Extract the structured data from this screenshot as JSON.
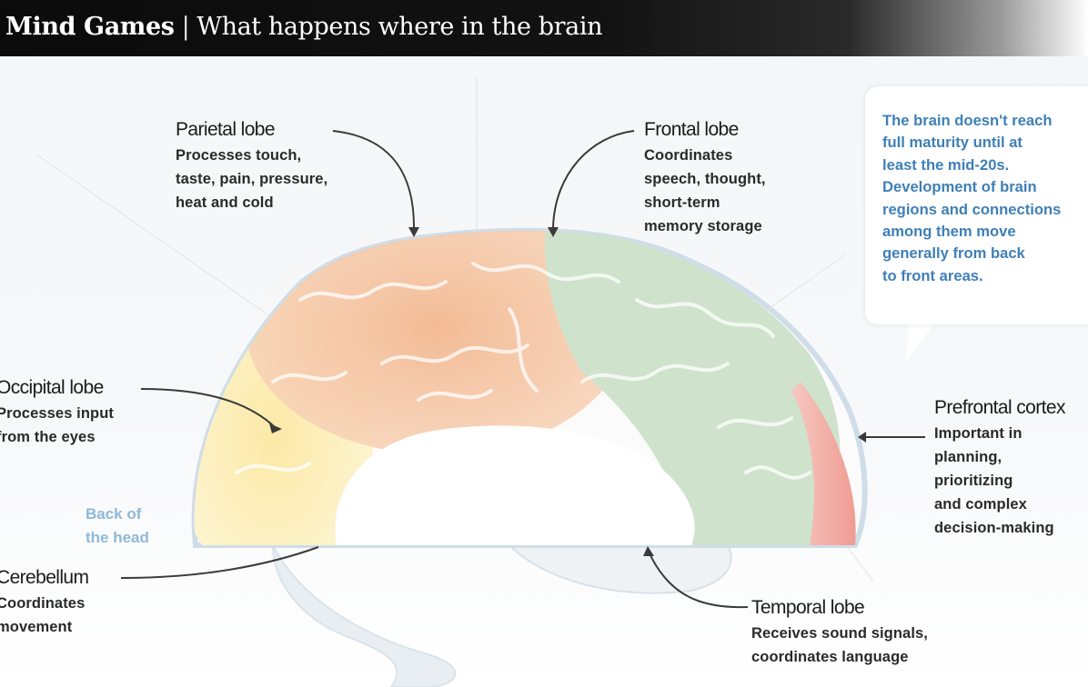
{
  "header": {
    "title_bold": "Mind Games",
    "separator": "|",
    "title_rest": "What happens where in the brain"
  },
  "regions": {
    "parietal": {
      "title": "Parietal lobe",
      "lines": [
        "Processes touch,",
        "taste, pain, pressure,",
        "heat and cold"
      ]
    },
    "frontal": {
      "title": "Frontal lobe",
      "lines": [
        "Coordinates",
        "speech, thought,",
        "short-term",
        "memory storage"
      ]
    },
    "occipital": {
      "title": "Occipital lobe",
      "lines": [
        "Processes input",
        "from the eyes"
      ]
    },
    "prefrontal": {
      "title": "Prefrontal cortex",
      "lines": [
        "Important in",
        "planning,",
        "prioritizing",
        "and complex",
        "decision-making"
      ]
    },
    "cerebellum": {
      "title": "Cerebellum",
      "lines": [
        "Coordinates",
        "movement"
      ]
    },
    "temporal": {
      "title": "Temporal lobe",
      "lines": [
        "Receives sound signals,",
        "coordinates language"
      ]
    }
  },
  "back_of_head": [
    "Back of",
    "the head"
  ],
  "callout": {
    "lines": [
      "The brain doesn't reach",
      "full maturity until at",
      "least the mid-20s.",
      "Development of brain",
      "regions and connections",
      "among them move",
      "generally from back",
      "to front areas."
    ]
  },
  "colors": {
    "parietal": "#f6c9a8",
    "frontal": "#cfe3cc",
    "occipital": "#fbf0bf",
    "prefrontal": "#f4b4ac",
    "temporal": "#ffffff",
    "callout_text": "#3f7fb6",
    "outline": "#cfdde8"
  }
}
